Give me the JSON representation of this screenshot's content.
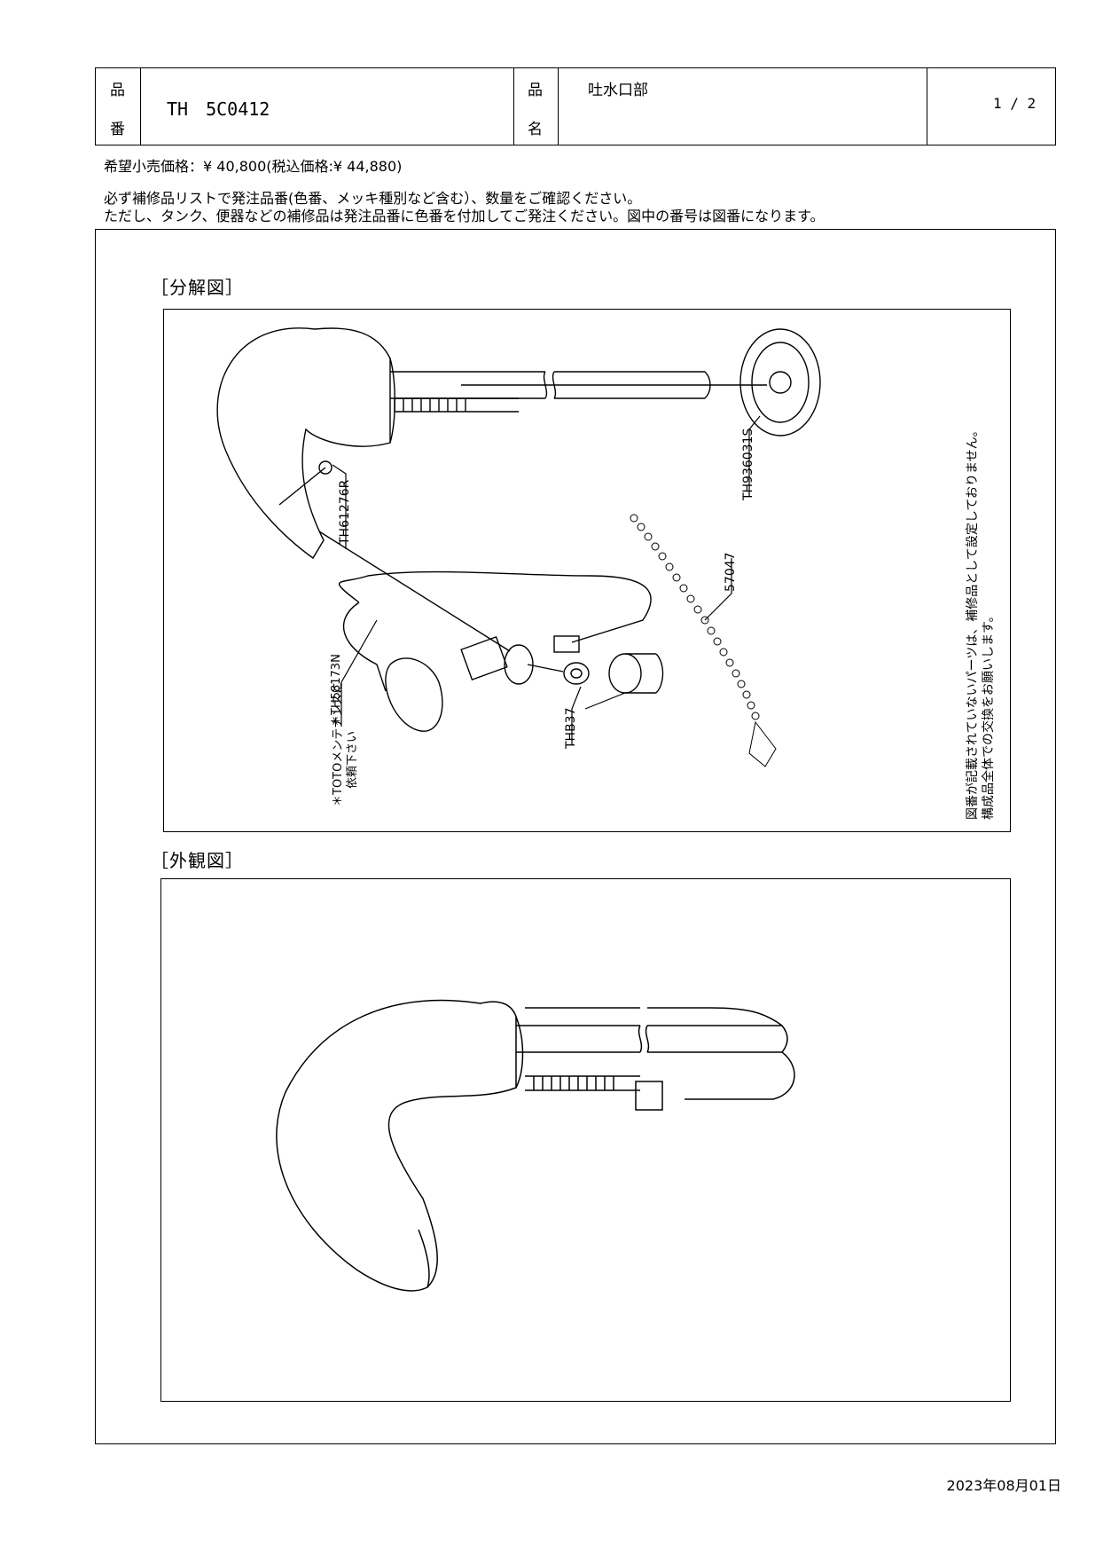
{
  "header": {
    "part_no_label_1": "品",
    "part_no_label_2": "番",
    "part_no": "TH　5C0412",
    "part_name_label_1": "品",
    "part_name_label_2": "名",
    "part_name": "吐水口部",
    "page": "1 / 2"
  },
  "price_line": "希望小売価格：¥ 40,800(税込価格:¥ 44,880)",
  "notice_lines": [
    "必ず補修品リストで発注品番(色番、メッキ種別など含む）、数量をご確認ください。",
    "ただし、タンク、便器などの補修品は発注品番に色番を付加してご発注ください。図中の番号は図番になります。"
  ],
  "exploded": {
    "label": "［分解図］",
    "callouts": {
      "th61276r": "TH61276R",
      "th936031s": "TH936031S",
      "n57047": "57047",
      "th58173n": "＊TH58173N",
      "toto_line1": "＊TOTOメンテナンスに",
      "toto_line2": "依頼下さい",
      "thb37": "THB37"
    },
    "side_note_1": "図番が記載されていないパーツは、補修品として設定しておりません。",
    "side_note_2": "構成品全体での交換をお願いします。"
  },
  "appearance": {
    "label": "［外観図］"
  },
  "date": "2023年08月01日"
}
